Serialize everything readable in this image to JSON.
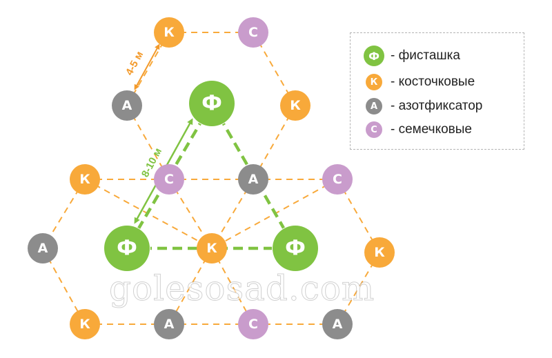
{
  "legend": {
    "items": [
      {
        "symbol": "Ф",
        "text": "- фисташка"
      },
      {
        "symbol": "К",
        "text": "- косточковые"
      },
      {
        "symbol": "А",
        "text": "- азотфиксатор"
      },
      {
        "symbol": "С",
        "text": "- семечковые"
      }
    ]
  },
  "labels": {
    "small_distance": "4-5 м",
    "large_distance": "8-10 м"
  },
  "watermark": "golesosad.com",
  "colors": {
    "pistachio": "#80c342",
    "stone_fruit": "#f8a93a",
    "nitrogen_fixer": "#8c8c8c",
    "pome_fruit": "#c99ccc",
    "grid_line": "#f8a93a",
    "pistachio_line": "#80c342",
    "small_arrow": "#f39a2b",
    "large_arrow": "#80c342"
  },
  "nodes": [
    {
      "id": "k-top-left",
      "type": "K",
      "label": "К"
    },
    {
      "id": "s-top-right",
      "type": "S",
      "label": "С"
    },
    {
      "id": "a-upper-left",
      "type": "A",
      "label": "А"
    },
    {
      "id": "f-top",
      "type": "F",
      "label": "Ф"
    },
    {
      "id": "k-upper-right",
      "type": "K",
      "label": "К"
    },
    {
      "id": "k-mid-left",
      "type": "K",
      "label": "К"
    },
    {
      "id": "s-center-left",
      "type": "S",
      "label": "С"
    },
    {
      "id": "a-center-right",
      "type": "A",
      "label": "А"
    },
    {
      "id": "s-mid-right",
      "type": "S",
      "label": "С"
    },
    {
      "id": "a-far-left",
      "type": "A",
      "label": "А"
    },
    {
      "id": "f-bottom-left",
      "type": "F",
      "label": "Ф"
    },
    {
      "id": "k-center",
      "type": "K",
      "label": "К"
    },
    {
      "id": "f-bottom-right",
      "type": "F",
      "label": "Ф"
    },
    {
      "id": "k-far-right",
      "type": "K",
      "label": "К"
    },
    {
      "id": "k-bottom-left",
      "type": "K",
      "label": "К"
    },
    {
      "id": "a-bottom-2",
      "type": "A",
      "label": "А"
    },
    {
      "id": "s-bottom-3",
      "type": "S",
      "label": "С"
    },
    {
      "id": "a-bottom-right",
      "type": "A",
      "label": "А"
    }
  ]
}
